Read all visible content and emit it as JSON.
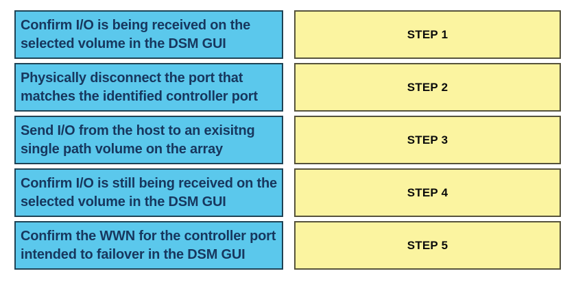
{
  "question": {
    "type": "drag-and-drop-ordering",
    "tasks": [
      {
        "text": "Confirm I/O is being received on the selected volume in the DSM GUI"
      },
      {
        "text": "Physically disconnect the port that matches the identified controller port"
      },
      {
        "text": "Send I/O from the host to an exisitng single path volume on the array"
      },
      {
        "text": "Confirm I/O is still being received on the selected volume in the DSM GUI"
      },
      {
        "text": "Confirm the WWN for the controller port intended to failover in the DSM GUI"
      }
    ],
    "slots": [
      {
        "label": "STEP 1"
      },
      {
        "label": "STEP 2"
      },
      {
        "label": "STEP 3"
      },
      {
        "label": "STEP 4"
      },
      {
        "label": "STEP 5"
      }
    ]
  },
  "colors": {
    "task_fill": "#5bc8ec",
    "task_border": "#1e4254",
    "task_text": "#17375e",
    "slot_fill": "#fbf4a0",
    "slot_border": "#55523b",
    "slot_text": "#0b0b0b",
    "background": "#ffffff"
  }
}
